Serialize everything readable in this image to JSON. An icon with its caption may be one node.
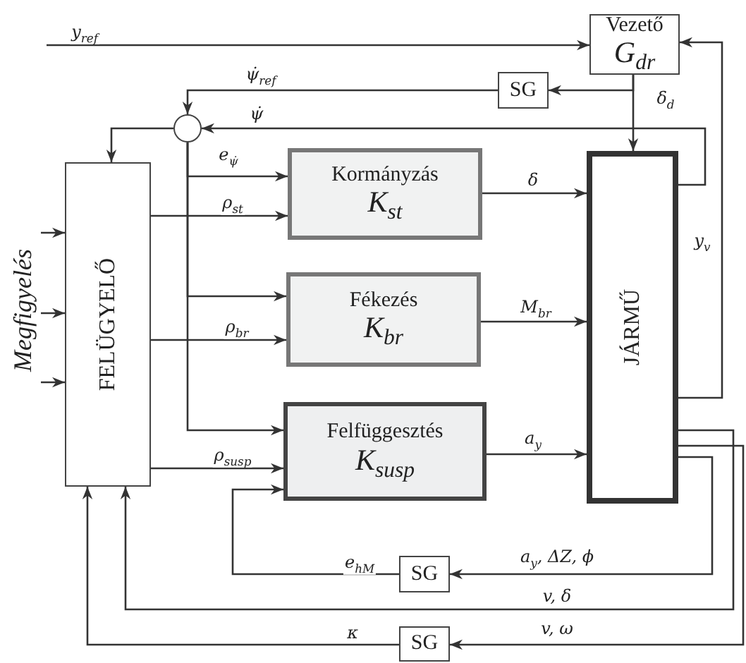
{
  "diagram": {
    "nodes": [
      {
        "text": [
          "Vezető",
          "G$_{dr}$"
        ]
      },
      {
        "text": [
          "SG"
        ]
      },
      {
        "text": [],
        "shape": "circle"
      },
      {
        "text": [
          "FELÜGYELŐ"
        ]
      },
      {
        "text": [
          "Kormányzás",
          "K$_{st}$"
        ]
      },
      {
        "text": [
          "Fékezés",
          "K$_{br}$"
        ]
      },
      {
        "text": [
          "Felfüggesztés",
          "K$_{susp}$"
        ]
      },
      {
        "text": [
          "JÁRMŰ"
        ]
      },
      {
        "text": [
          "SG"
        ]
      },
      {
        "text": [
          "SG"
        ]
      },
      {
        "text": [
          "Megfigyelés"
        ]
      }
    ],
    "edges": [
      {
        "from": null,
        "to": 0,
        "arrow": "to",
        "label": "y$_{ref}$"
      },
      {
        "from": 0,
        "to": 7,
        "arrow": "to",
        "label": "δ$_{d}$"
      },
      {
        "from": 0,
        "to": 1,
        "arrow": "to"
      },
      {
        "from": 1,
        "to": 2,
        "arrow": "to",
        "label": "ψ̇$_{ref}$"
      },
      {
        "from": 7,
        "to": 2,
        "arrow": "to",
        "label": "ψ̇"
      },
      {
        "from": 7,
        "to": 0,
        "arrow": "to",
        "label": "y$_{v}$"
      },
      {
        "from": 2,
        "to": 3,
        "arrow": "to"
      },
      {
        "from": 2,
        "to": 4,
        "arrow": "to",
        "label": "e$_{ψ̇}$"
      },
      {
        "from": 2,
        "to": 5,
        "arrow": "to"
      },
      {
        "from": 2,
        "to": 6,
        "arrow": "to"
      },
      {
        "from": 3,
        "to": 4,
        "arrow": "to",
        "label": "ρ$_{st}$"
      },
      {
        "from": 3,
        "to": 5,
        "arrow": "to",
        "label": "ρ$_{br}$"
      },
      {
        "from": 3,
        "to": 6,
        "arrow": "to",
        "label": "ρ$_{susp}$"
      },
      {
        "from": 4,
        "to": 7,
        "arrow": "to",
        "label": "δ"
      },
      {
        "from": 5,
        "to": 7,
        "arrow": "to",
        "label": "M$_{br}$"
      },
      {
        "from": 6,
        "to": 7,
        "arrow": "to",
        "label": "a$_{y}$"
      },
      {
        "from": 7,
        "to": 8,
        "arrow": "to",
        "label": "a$_{y}$, ΔZ, ϕ"
      },
      {
        "from": 8,
        "to": 6,
        "arrow": "to",
        "label": "e$_{hM}$"
      },
      {
        "from": 7,
        "to": 3,
        "arrow": "to",
        "label": "v, δ"
      },
      {
        "from": 7,
        "to": 9,
        "arrow": "to",
        "label": "v, ω"
      },
      {
        "from": 9,
        "to": 3,
        "arrow": "to",
        "label": "κ"
      },
      {
        "from": 10,
        "to": 3,
        "arrow": "to"
      },
      {
        "from": 10,
        "to": 3,
        "arrow": "to"
      },
      {
        "from": 10,
        "to": 3,
        "arrow": "to"
      }
    ]
  }
}
